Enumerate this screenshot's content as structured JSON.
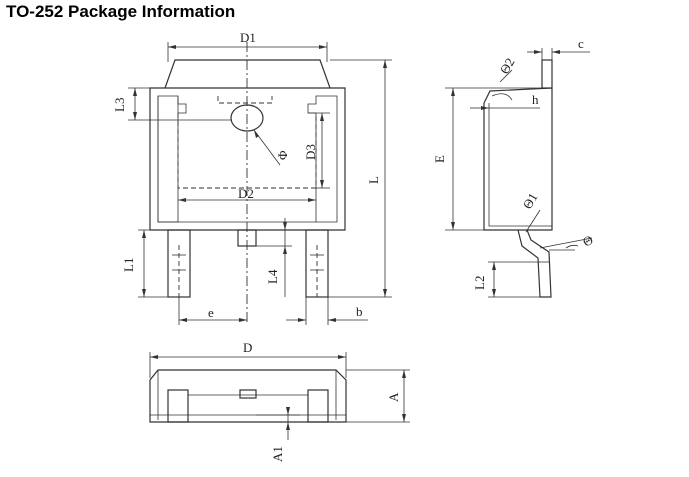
{
  "title": "TO-252 Package Information",
  "labels": {
    "D1": "D1",
    "L3": "L3",
    "phi": "Φ",
    "D3": "D3",
    "D2": "D2",
    "L": "L",
    "L1": "L1",
    "L4": "L4",
    "e": "e",
    "b": "b",
    "D": "D",
    "A": "A",
    "A1": "A1",
    "c": "c",
    "theta2": "Θ2",
    "h": "h",
    "E": "E",
    "theta1": "Θ1",
    "theta": "Θ",
    "L2": "L2"
  }
}
